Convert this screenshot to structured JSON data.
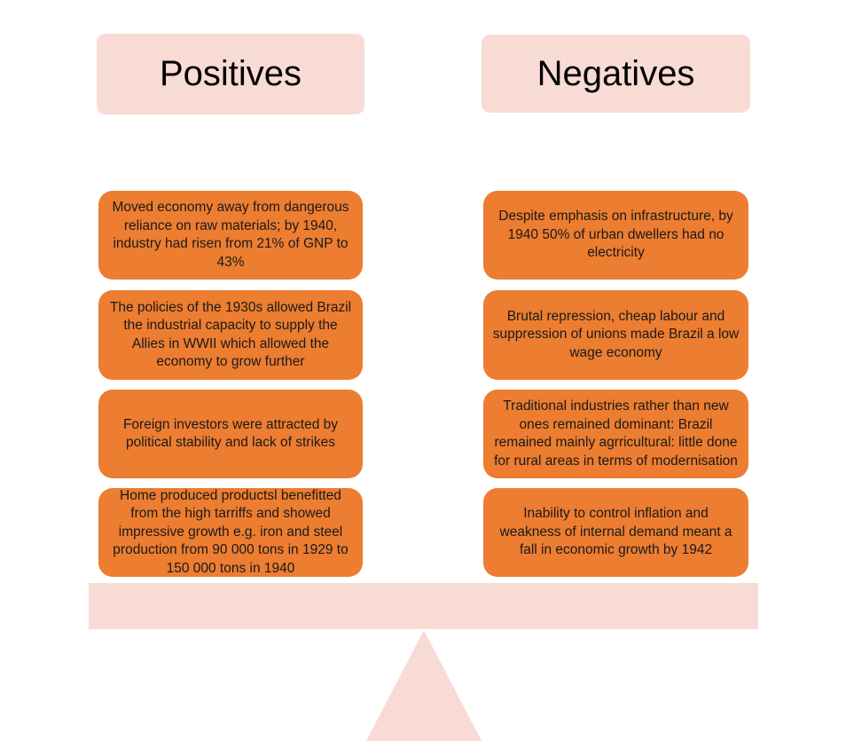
{
  "positives": {
    "header": "Positives",
    "items": [
      "Moved economy away from dangerous reliance on  raw materials; by 1940, industry had risen from 21% of GNP to 43%",
      "The policies of the 1930s allowed Brazil the industrial capacity to supply the Allies in WWII which allowed the economy to grow further",
      "Foreign investors were attracted by political stability and lack of strikes",
      "Home produced productsl benefitted from the high tarriffs and showed impressive growth e.g. iron and steel production from 90 000 tons in 1929 to 150 000 tons in 1940"
    ]
  },
  "negatives": {
    "header": "Negatives",
    "items": [
      "Despite emphasis on infrastructure, by 1940 50% of urban dwellers had no electricity",
      "Brutal repression, cheap labour and suppression of unions made Brazil a low wage economy",
      "Traditional industries rather than new ones remained dominant: Brazil remained mainly agrricultural: little done for rural areas in terms of modernisation",
      "Inability to control inflation and weakness of internal demand meant a fall in economic growth by 1942"
    ]
  },
  "colors": {
    "header_fill": "#f8dbd5",
    "card_fill": "#ed7d31",
    "scale_fill": "#f8dbd5"
  }
}
